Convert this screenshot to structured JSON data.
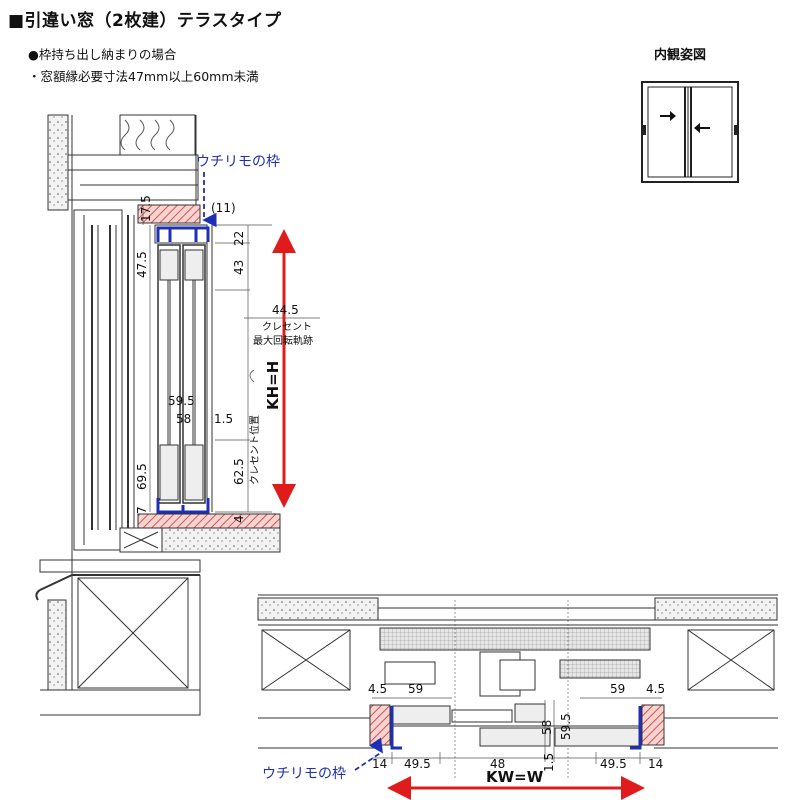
{
  "header": {
    "title": "■引違い窓（2枚建）テラスタイプ",
    "notes": [
      "●枠持ち出し納まりの場合",
      "・窓額縁必要寸法47mm以上60mm未満"
    ]
  },
  "interior_view": {
    "label": "内観姿図"
  },
  "vertical_section": {
    "frame_label": "ウチリモの枠",
    "dims": {
      "top_paren": "(11)",
      "top_side": "17.5",
      "d22": "22",
      "d43": "43",
      "d47_5": "47.5",
      "d44_5": "44.5",
      "crescent_path_1": "クレセント",
      "crescent_path_2": "最大回転軌跡",
      "kh": "KH=H",
      "d59_5": "59.5",
      "d58": "58",
      "d1_5": "1.5",
      "crescent_pos": "クレセント位置",
      "d69_5": "69.5",
      "d62_5": "62.5",
      "d7": "7",
      "d4": "4"
    }
  },
  "horizontal_section": {
    "frame_label": "ウチリモの枠",
    "dims": {
      "left_4_5": "4.5",
      "left_59": "59",
      "right_59": "59",
      "right_4_5": "4.5",
      "mid_58": "58",
      "mid_59_5": "59.5",
      "bottom_14_left": "14",
      "bottom_49_5_left": "49.5",
      "bottom_48": "48",
      "bottom_1_5": "1.5",
      "bottom_49_5_right": "49.5",
      "bottom_14_right": "14",
      "kw": "KW=W"
    }
  },
  "colors": {
    "hatch": "#d9534f",
    "frame_blue": "#1f2fb5",
    "dimension_red": "#e01b1b"
  }
}
